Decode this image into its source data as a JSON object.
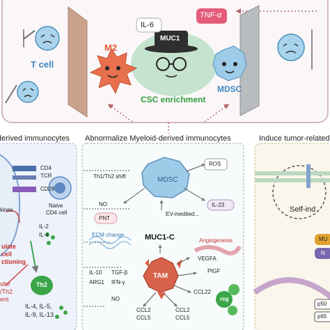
{
  "top_panel": {
    "t_cell": "T cell",
    "m2": "M2",
    "il6": "IL-6",
    "tnf": "TNF-α",
    "muc1_hat": "MUC1",
    "mdsc": "MDSC",
    "csc": "CSC enrichment"
  },
  "section_titles": {
    "left": "derived immunocytes",
    "middle": "Abnormalize Myeloid-derived immunocytes",
    "right": "Induce tumor-related"
  },
  "left_panel": {
    "cd4": "CD4",
    "tcr": "TCR",
    "cd28": "CD28",
    "kines": "kines",
    "naive": "Naive",
    "cd4_cell": "CD4 cell",
    "il2": "IL-2",
    "il4": "IL-4",
    "red_1": "ulate",
    "red_2": "cell",
    "red_3": "ctioning",
    "th2": "Th2",
    "sfer": "sfer",
    "th17": "/Th2",
    "ent": "ent",
    "il45": "IL-4, IL-5,",
    "il913": "IL-9, IL-13"
  },
  "middle_panel": {
    "ros": "ROS",
    "th1th2": "Th1/Th2 shift",
    "mdsc": "MDSC",
    "no": "NO",
    "pnt": "PNT",
    "il23": "IL-23",
    "ev": "EV-medited...",
    "ecm": "ECM change",
    "muc1c": "MUC1-C",
    "angio": "Angiogenesis",
    "vegfa": "VEGFA",
    "pigf": "PlGF",
    "il10": "IL-10",
    "tgfb": "TGF-β",
    "arg1": "ARG1",
    "ifng": "IFN-γ",
    "tam": "TAM",
    "ccl22": "CCL22",
    "no2": "NO",
    "ccl2_a": "CCL2",
    "ccl5_a": "CCL5",
    "ccl2_b": "CCL2",
    "ccl5_b": "CCL5",
    "treg": "reg"
  },
  "right_panel": {
    "self": "Self-ind",
    "mu": "MU",
    "n": "N",
    "p50": "p50",
    "p65": "p65"
  },
  "colors": {
    "top_border": "#c9a2a8",
    "blue_cell": "#7fbde0",
    "m2_orange": "#e8704f",
    "tam_red": "#d9624a",
    "mdsc_blue": "#9ecbe8",
    "green": "#2e9e3c",
    "purple_dna": "#a46fb8"
  }
}
